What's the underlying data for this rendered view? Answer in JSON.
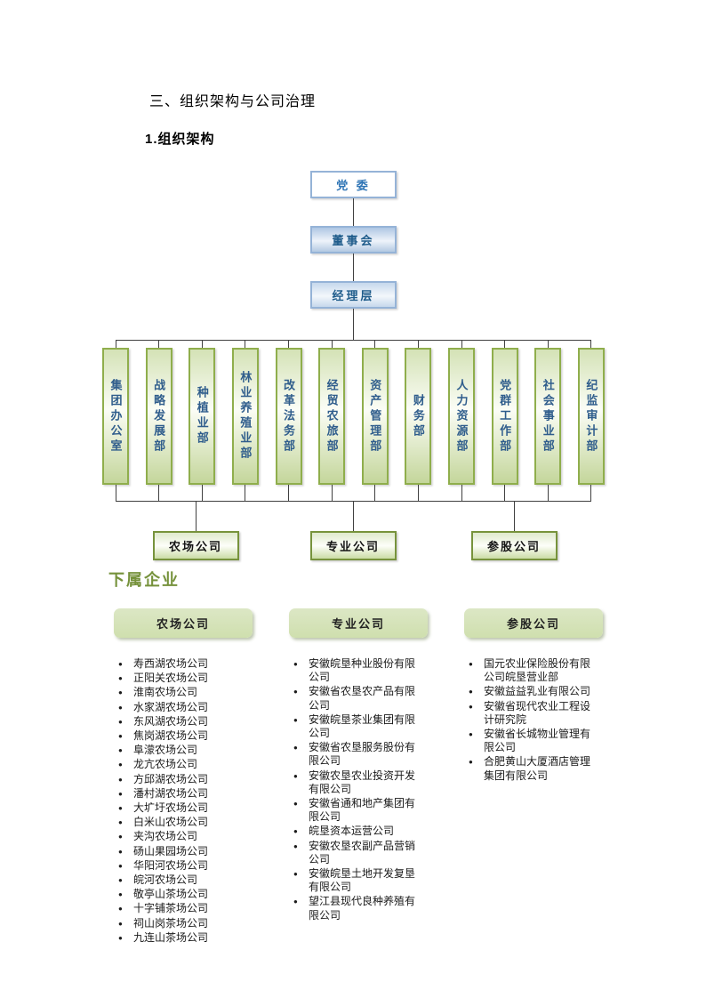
{
  "page": {
    "section_title": "三、组织架构与公司治理",
    "subsection_title": "1.组织架构",
    "subsidiaries_title": "下属企业"
  },
  "org_chart": {
    "top_nodes": [
      {
        "label": "党  委"
      },
      {
        "label": "董事会"
      },
      {
        "label": "经理层"
      }
    ],
    "departments": [
      "集团办公室",
      "战略发展部",
      "种植业部",
      "林业养殖业部",
      "改革法务部",
      "经贸农旅部",
      "资产管理部",
      "财务部",
      "人力资源部",
      "党群工作部",
      "社会事业部",
      "纪监审计部"
    ],
    "company_groups": [
      "农场公司",
      "专业公司",
      "参股公司"
    ]
  },
  "subsidiaries": {
    "columns": [
      {
        "header": "农场公司",
        "items": [
          "寿西湖农场公司",
          "正阳关农场公司",
          "淮南农场公司",
          "水家湖农场公司",
          "东风湖农场公司",
          "焦岗湖农场公司",
          "阜濛农场公司",
          "龙亢农场公司",
          "方邱湖农场公司",
          "潘村湖农场公司",
          "大圹圩农场公司",
          "白米山农场公司",
          "夹沟农场公司",
          "砀山果园场公司",
          "华阳河农场公司",
          "皖河农场公司",
          "敬亭山茶场公司",
          "十字铺茶场公司",
          "祠山岗茶场公司",
          "九连山茶场公司"
        ]
      },
      {
        "header": "专业公司",
        "items": [
          "安徽皖垦种业股份有限公司",
          "安徽省农垦农产品有限公司",
          "安徽皖垦茶业集团有限公司",
          "安徽省农垦服务股份有限公司",
          "安徽农垦农业投资开发有限公司",
          "安徽省通和地产集团有限公司",
          "皖垦资本运营公司",
          "安徽农垦农副产品营销公司",
          "安徽皖垦土地开发复垦有限公司",
          "望江县现代良种养殖有限公司"
        ]
      },
      {
        "header": "参股公司",
        "items": [
          "国元农业保险股份有限公司皖垦营业部",
          "安徽益益乳业有限公司",
          "安徽省现代农业工程设计研究院",
          "安徽省长城物业管理有限公司",
          "合肥黄山大厦酒店管理集团有限公司"
        ]
      }
    ]
  },
  "colors": {
    "blue_border": "#95B3D7",
    "blue_text": "#1F5C8B",
    "green_border": "#8FAE4C",
    "green_fill_light": "#D6E3BC",
    "heading_green": "#76923C",
    "connector": "#404040"
  }
}
